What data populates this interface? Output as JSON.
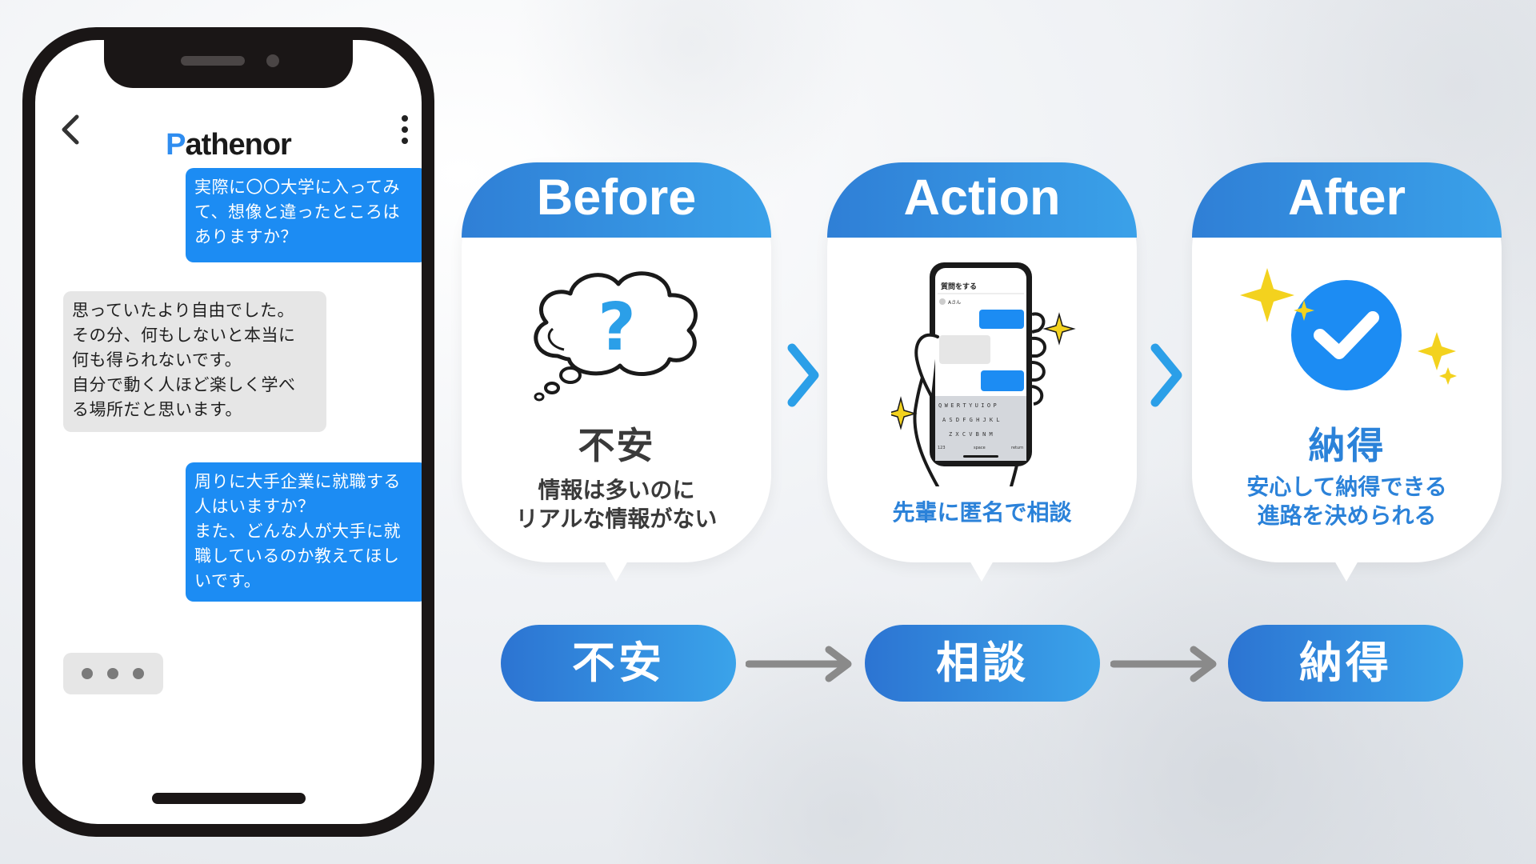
{
  "phone": {
    "app_name_first": "P",
    "app_name_rest": "athenor",
    "messages": [
      {
        "side": "out",
        "text": "実際に〇〇大学に入ってみ\nて、想像と違ったところは\nありますか？"
      },
      {
        "side": "in",
        "text": "思っていたより自由でした。\nその分、何もしないと本当に\n何も得られないです。\n自分で動く人ほど楽しく学べ\nる場所だと思います。"
      },
      {
        "side": "out",
        "text": "周りに大手企業に就職する\n人はいますか？\nまた、どんな人が大手に就\n職しているのか教えてほし\nいです。"
      }
    ]
  },
  "cards": [
    {
      "title": "Before",
      "word": "不安",
      "desc": "情報は多いのに\nリアルな情報がない"
    },
    {
      "title": "Action",
      "word": "",
      "desc": "先輩に匿名で相談"
    },
    {
      "title": "After",
      "word": "納得",
      "desc": "安心して納得できる\n進路を決められる"
    }
  ],
  "mini_phone": {
    "header": "質問をする",
    "user": "Aさん",
    "keyboard_rows": [
      "QWERTYUIOP",
      "ASDFGHJKL",
      "ZXCVBNM"
    ],
    "space_label": "space",
    "return_label": "return",
    "num_label": "123"
  },
  "question_mark": "?",
  "flow": [
    "不安",
    "相談",
    "納得"
  ],
  "colors": {
    "accent": "#2f8df0",
    "bubble_out": "#1c8cf3",
    "bubble_in": "#e6e6e6",
    "card_gradient_start": "#2f7fd6",
    "card_gradient_end": "#3aa1e9",
    "sparkle": "#f3d21e",
    "arrow_gray": "#8a8a8a"
  }
}
